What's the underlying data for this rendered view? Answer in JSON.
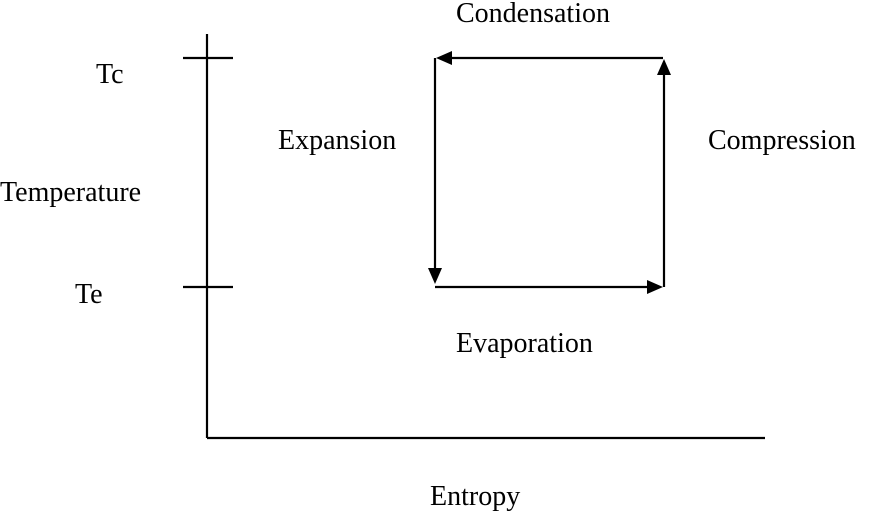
{
  "axes": {
    "y_label": "Temperature",
    "x_label": "Entropy",
    "y_ticks": [
      "Tc",
      "Te"
    ]
  },
  "cycle": {
    "steps": {
      "condensation": "Condensation",
      "expansion": "Expansion",
      "evaporation": "Evaporation",
      "compression": "Compression"
    }
  }
}
